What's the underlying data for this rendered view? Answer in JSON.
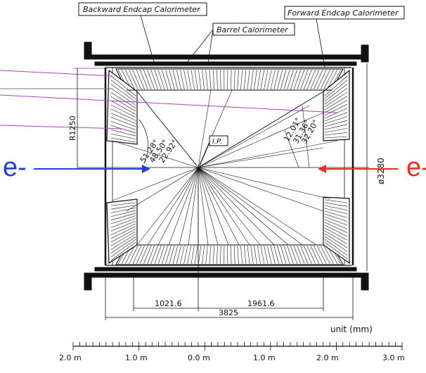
{
  "labels": {
    "backward_endcap": "Backward Endcap Calorimeter",
    "forward_endcap": "Forward Endcap Calorimeter",
    "barrel": "Barrel Calorimeter",
    "ip": "I.P."
  },
  "beams": {
    "left": {
      "label": "e-",
      "color": "#1f3fd6"
    },
    "right": {
      "label": "e-",
      "color": "#e5301f"
    }
  },
  "angles": {
    "backward": [
      "51.28°",
      "48.50°",
      "22.92°"
    ],
    "forward": [
      "32.20°",
      "31.36°",
      "12.01°"
    ]
  },
  "dimensions": {
    "radius": "R1250",
    "diameter": "ø3280",
    "backward_length": "1021.6",
    "forward_length": "1961.6",
    "total_length": "3825",
    "unit": "unit (mm)"
  },
  "scale": {
    "ticks": [
      "2.0 m",
      "1.0 m",
      "0.0 m",
      "1.0 m",
      "2.0 m",
      "3.0 m"
    ]
  },
  "colors": {
    "line": "#111111",
    "purple_track": "#b43cc8"
  }
}
